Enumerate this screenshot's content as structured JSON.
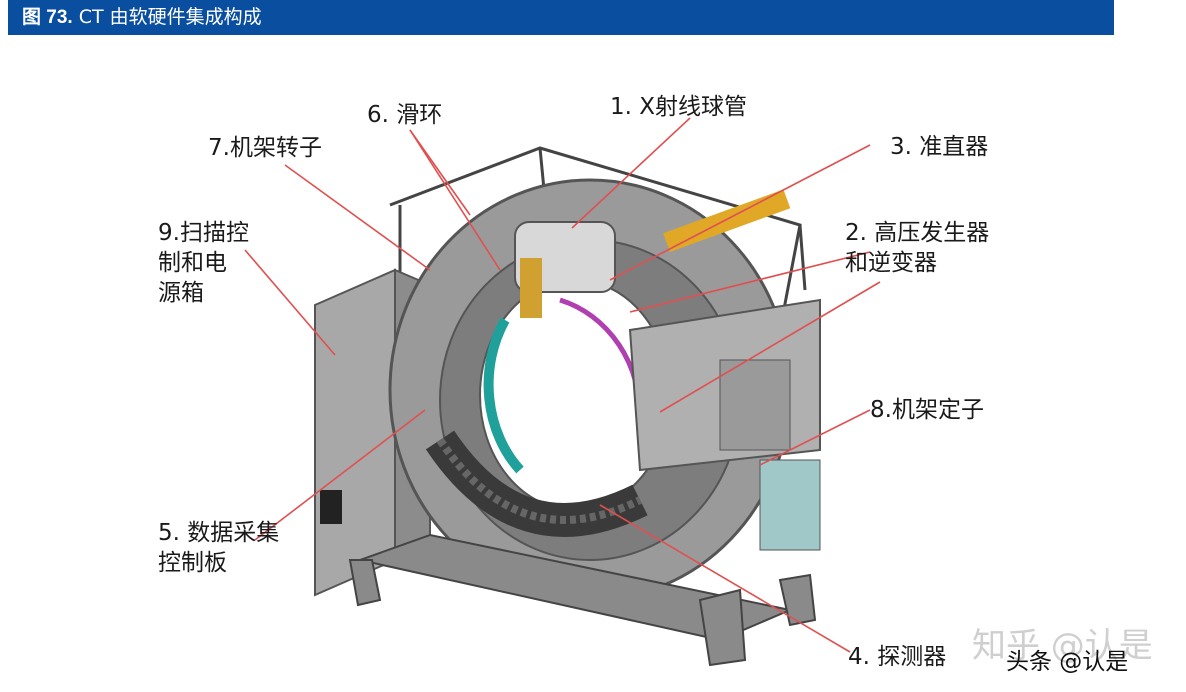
{
  "header": {
    "figure_no": "图 73.",
    "title": "CT 由软硬件集成构成"
  },
  "labels": [
    {
      "id": "xray-tube",
      "text": "1. X射线球管"
    },
    {
      "id": "hv-generator",
      "text": "2. 高压发生器\n和逆变器"
    },
    {
      "id": "collimator",
      "text": "3. 准直器"
    },
    {
      "id": "detector",
      "text": "4. 探测器"
    },
    {
      "id": "daq-board",
      "text": "5. 数据采集\n控制板"
    },
    {
      "id": "slip-ring",
      "text": "6. 滑环"
    },
    {
      "id": "gantry-rotor",
      "text": "7.机架转子"
    },
    {
      "id": "gantry-stator",
      "text": "8.机架定子"
    },
    {
      "id": "control-box",
      "text": "9.扫描控\n制和电\n源箱"
    }
  ],
  "watermark": {
    "zhihu": "知乎 @认是",
    "toutiao": "头条 @认是"
  },
  "colors": {
    "header_bg": "#0a4ea0",
    "pointer_line": "#e05050"
  }
}
